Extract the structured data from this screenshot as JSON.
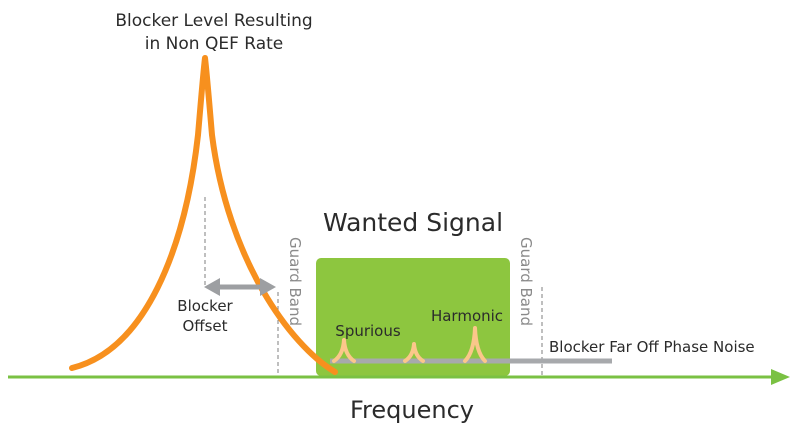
{
  "labels": {
    "blocker_level_line1": "Blocker Level Resulting",
    "blocker_level_line2": "in Non QEF Rate",
    "wanted_signal": "Wanted Signal",
    "guard_band_left": "Guard Band",
    "guard_band_right": "Guard Band",
    "blocker_offset_line1": "Blocker",
    "blocker_offset_line2": "Offset",
    "spurious": "Spurious",
    "harmonic": "Harmonic",
    "phase_noise": "Blocker Far Off Phase Noise",
    "frequency": "Frequency"
  },
  "colors": {
    "blocker_curve": "#f7901e",
    "wanted_signal_fill": "#8dc63f",
    "frequency_axis": "#7ac143",
    "phase_noise_line": "#a7a9ac",
    "offset_arrow": "#9d9fa2",
    "spur_markers": "#fbc78a",
    "text": "#2b2b2b",
    "guard_band_text": "#8a8a8a",
    "dashed_lines": "#7f7f7f"
  }
}
